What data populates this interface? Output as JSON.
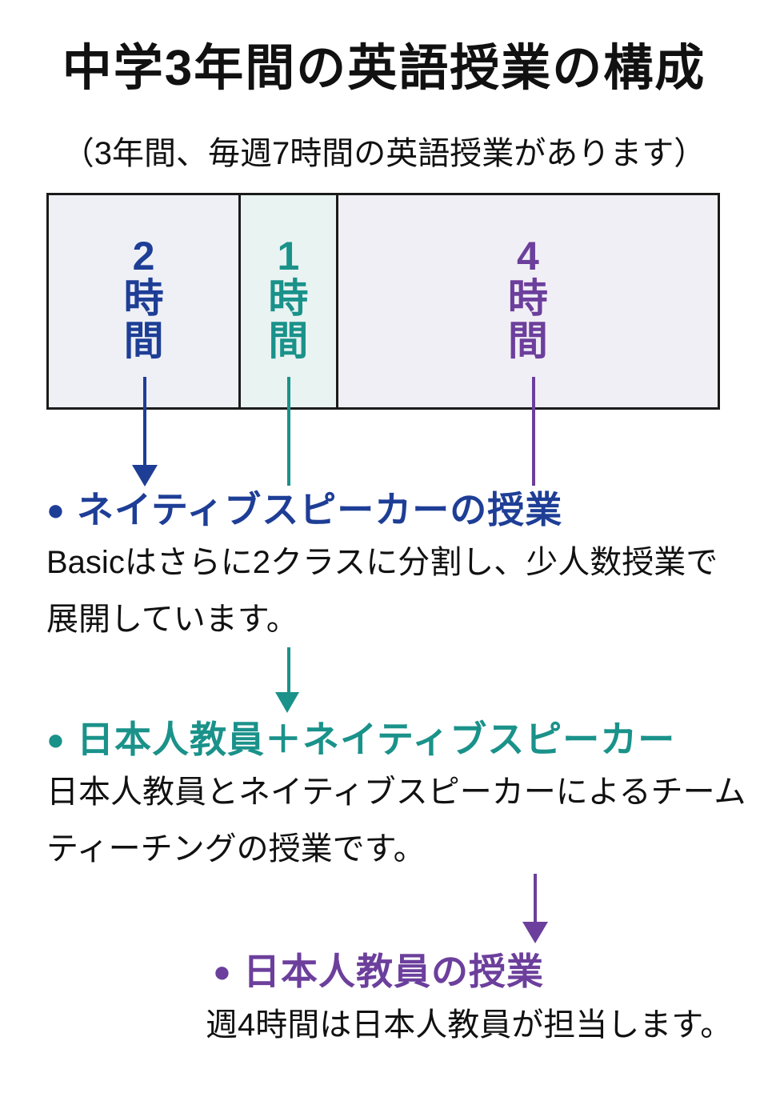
{
  "page": {
    "title": "中学3年間の英語授業の構成",
    "subtitle": "（3年間、毎週7時間の英語授業があります）"
  },
  "bar": {
    "total_hours_per_week": 7,
    "segments": [
      {
        "name": "native-speaker",
        "hours": 2,
        "label": "2時間",
        "color": "#1e3e96",
        "background": "#eef0f6"
      },
      {
        "name": "team-teaching",
        "hours": 1,
        "label": "1時間",
        "color": "#1a928a",
        "background": "#e9f3f2"
      },
      {
        "name": "japanese-teacher",
        "hours": 4,
        "label": "4時間",
        "color": "#6c3f9c",
        "background": "#f1eff6"
      }
    ]
  },
  "sections": [
    {
      "bullet": "●",
      "heading": "ネイティブスピーカーの授業",
      "body_line1": "Basicはさらに2クラスに分割し、少人数授業で",
      "body_line2": "展開しています。",
      "accent_color": "#1e3e96"
    },
    {
      "bullet": "●",
      "heading": "日本人教員＋ネイティブスピーカー",
      "body_line1": "日本人教員とネイティブスピーカーによるチーム",
      "body_line2": "ティーチングの授業です。",
      "accent_color": "#1a928a"
    },
    {
      "bullet": "●",
      "heading": "日本人教員の授業",
      "body_line1": "週4時間は日本人教員が担当します。",
      "accent_color": "#6c3f9c"
    }
  ],
  "colors": {
    "blue": "#1e3e96",
    "teal": "#1a928a",
    "purple": "#6c3f9c",
    "border": "#1b1b1b",
    "text": "#111111"
  }
}
